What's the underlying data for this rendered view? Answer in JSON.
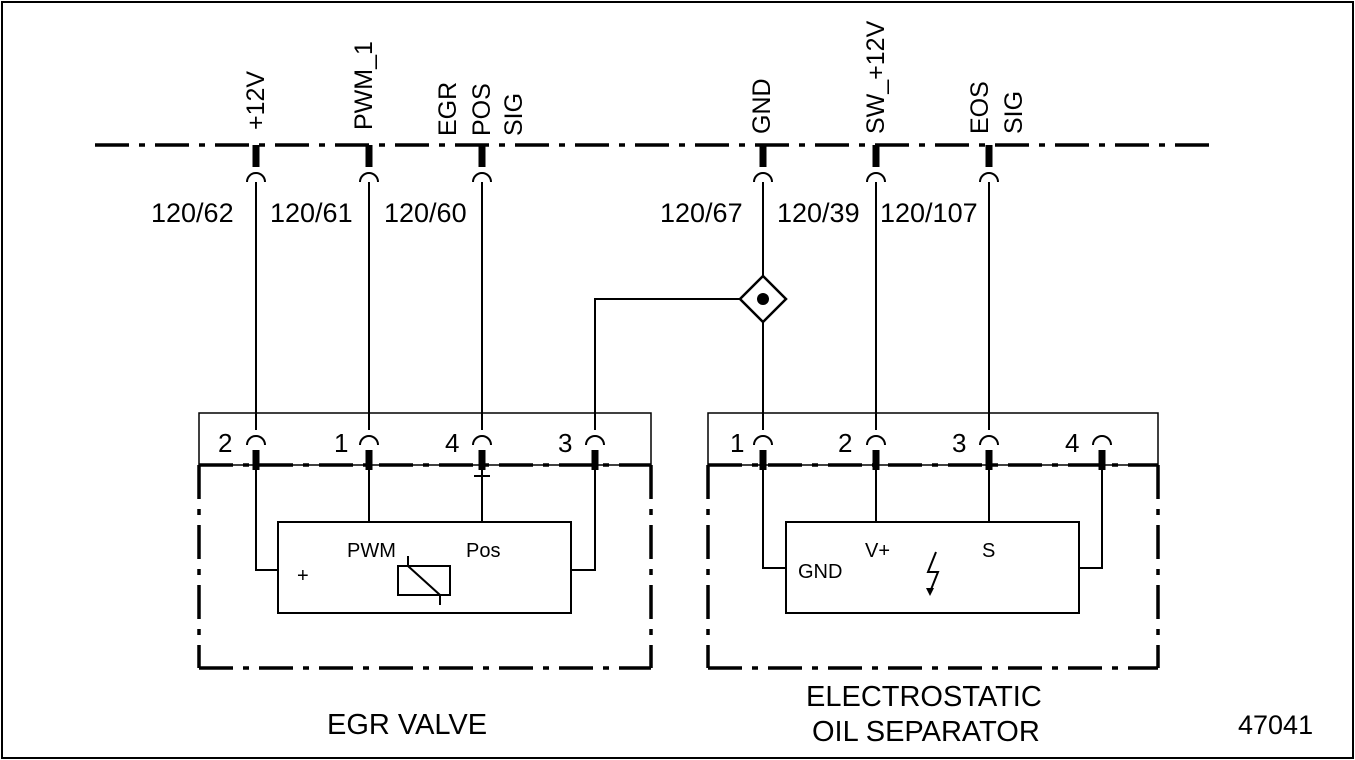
{
  "signals": [
    "+12V",
    "PWM_1",
    "EGR",
    "POS",
    "SIG",
    "GND",
    "SW_+12V",
    "EOS",
    "SIG"
  ],
  "wires": [
    "120/62",
    "120/61",
    "120/60",
    "120/67",
    "120/39",
    "120/107"
  ],
  "egr_valve": {
    "title": "EGR VALVE",
    "pins": [
      "2",
      "1",
      "4",
      "3"
    ],
    "inner": [
      "+",
      "PWM",
      "Pos"
    ]
  },
  "oil_separator": {
    "title_line1": "ELECTROSTATIC",
    "title_line2": "OIL SEPARATOR",
    "pins": [
      "1",
      "2",
      "3",
      "4"
    ],
    "inner": [
      "GND",
      "V+",
      "S"
    ]
  },
  "figure_number": "47041"
}
